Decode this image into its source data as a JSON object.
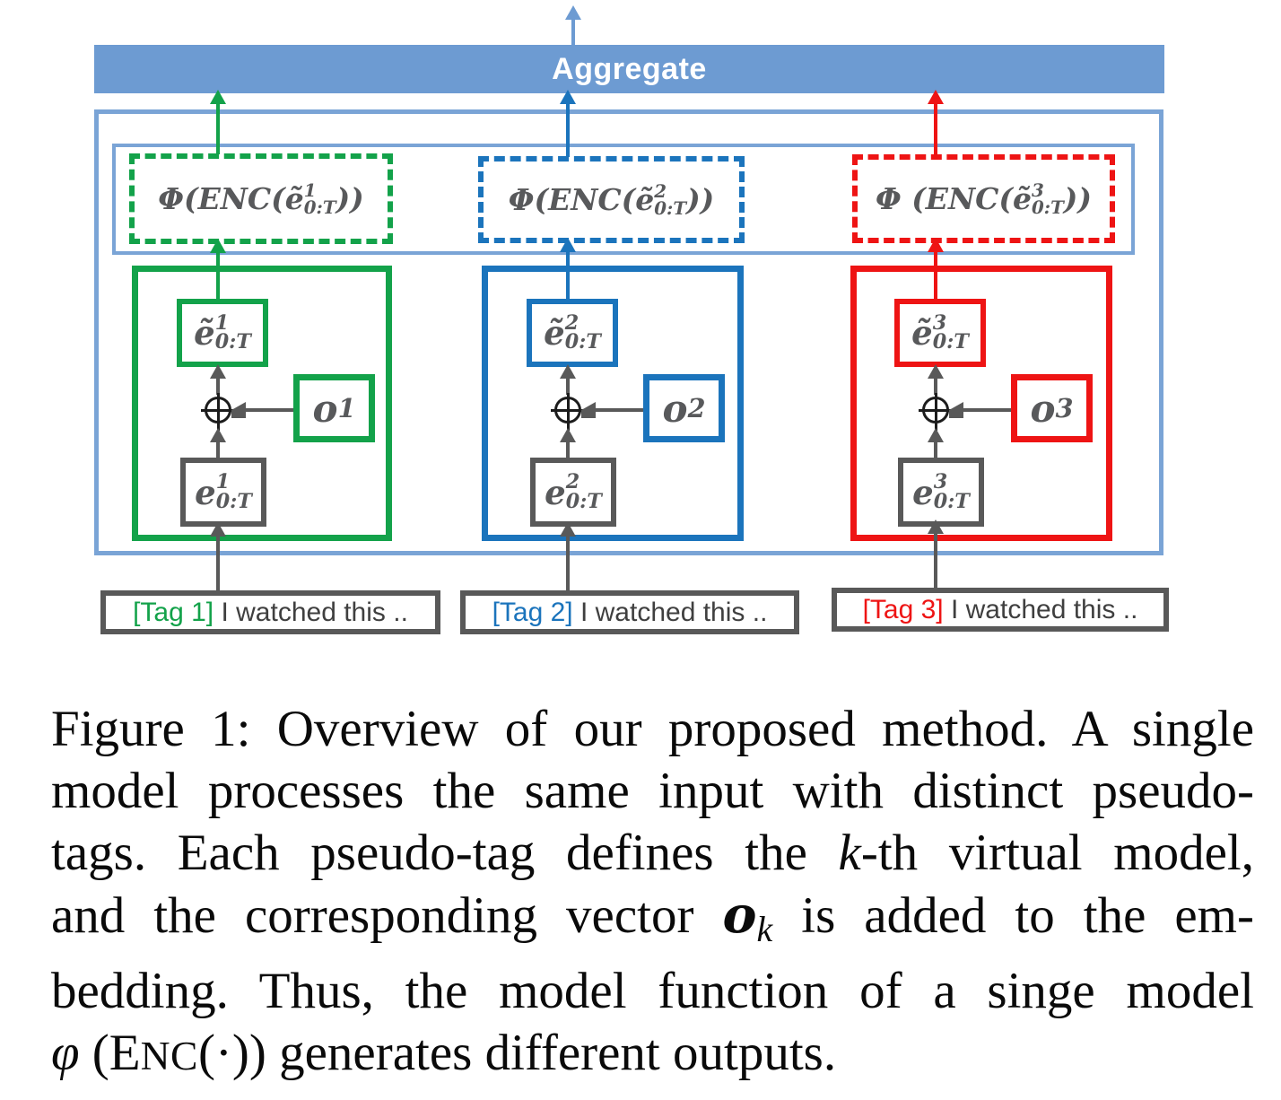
{
  "figure": {
    "aggregate_label": "Aggregate",
    "colors": {
      "frame_blue": "#6d9bd2",
      "branch_green": "#13a24a",
      "branch_blue": "#1b74bc",
      "branch_red": "#ee1414",
      "gray": "#595959",
      "math_text": "#58595b"
    },
    "branches": [
      {
        "phi_pre": "Φ(ENC(",
        "phi_base": "ẽ",
        "phi_sup": "1",
        "phi_sub": "0:T",
        "phi_post": "))",
        "etilde_base": "ẽ",
        "etilde_sup": "1",
        "etilde_sub": "0:T",
        "o_base": "o",
        "o_sub": "1",
        "e_base": "e",
        "e_sup": "1",
        "e_sub": "0:T",
        "tag_bracket": "[Tag 1]",
        "tag_text": " I watched this .."
      },
      {
        "phi_pre": "Φ(ENC(",
        "phi_base": "ẽ",
        "phi_sup": "2",
        "phi_sub": "0:T",
        "phi_post": "))",
        "etilde_base": "ẽ",
        "etilde_sup": "2",
        "etilde_sub": "0:T",
        "o_base": "o",
        "o_sub": "2",
        "e_base": "e",
        "e_sup": "2",
        "e_sub": "0:T",
        "tag_bracket": "[Tag 2]",
        "tag_text": " I watched this .."
      },
      {
        "phi_pre": "Φ (ENC(",
        "phi_base": "ẽ",
        "phi_sup": "3",
        "phi_sub": "0:T",
        "phi_post": "))",
        "etilde_base": "ẽ",
        "etilde_sup": "3",
        "etilde_sub": "0:T",
        "o_base": "o",
        "o_sub": "3",
        "e_base": "e",
        "e_sup": "3",
        "e_sub": "0:T",
        "tag_bracket": "[Tag 3]",
        "tag_text": " I watched this .."
      }
    ]
  },
  "caption": {
    "line1": "Figure 1: Overview of our proposed method.  A single",
    "line2": "model processes the same input with distinct pseudo-",
    "line3a": "tags.  Each pseudo-tag defines the ",
    "line3k": "k",
    "line3b": "-th virtual model,",
    "line4a": "and the corresponding vector ",
    "line4o": "o",
    "line4k": "k",
    "line4b": " is added to the em-",
    "line5": "bedding.  Thus, the model function of a singe model",
    "line6phi": "φ",
    "line6a": " (",
    "line6enc_big": "E",
    "line6enc_small": "NC",
    "line6b": "(·)) generates different outputs."
  }
}
